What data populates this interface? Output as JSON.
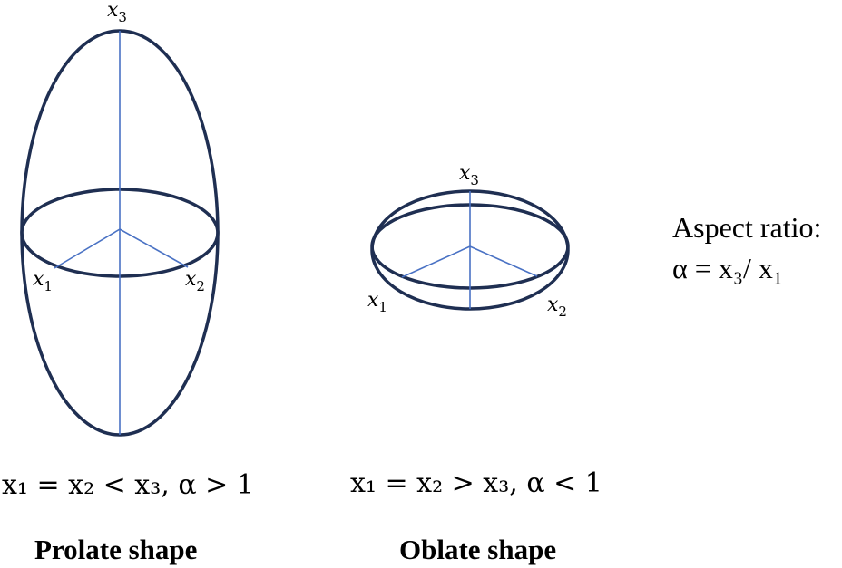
{
  "prolate": {
    "label_x1": "x",
    "label_x1_sub": "1",
    "label_x2": "x",
    "label_x2_sub": "2",
    "label_x3": "x",
    "label_x3_sub": "3",
    "equation": "x₁ = x₂ < x₃, α > 1",
    "name": "Prolate shape"
  },
  "oblate": {
    "label_x1": "x",
    "label_x1_sub": "1",
    "label_x2": "x",
    "label_x2_sub": "2",
    "label_x3": "x",
    "label_x3_sub": "3",
    "equation": "x₁ = x₂ > x₃, α < 1",
    "name": "Oblate shape"
  },
  "aspect_ratio": {
    "title": "Aspect ratio:",
    "formula": "α =  x₃/ x₁"
  },
  "colors": {
    "outline": "#1f2f52",
    "axes": "#4a72c4"
  }
}
